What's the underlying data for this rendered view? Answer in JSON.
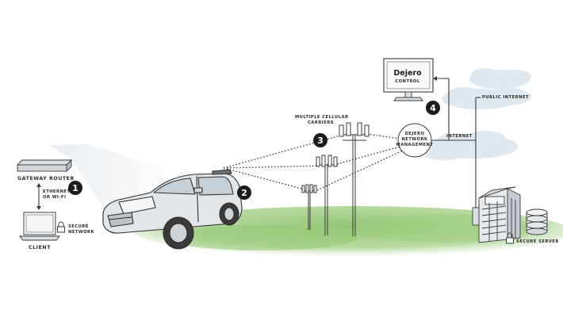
{
  "labels": {
    "gateway_router": "GATEWAY ROUTER",
    "ethernet_line1": "ETHERNET",
    "ethernet_line2": "OR WI-FI",
    "secure_network_line1": "SECURE",
    "secure_network_line2": "NETWORK",
    "client": "CLIENT",
    "multiple_carriers_line1": "MULTIPLE CELLULAR",
    "multiple_carriers_line2": "CARRIERS",
    "mgmt_line1": "DEJERO",
    "mgmt_line2": "NETWORK",
    "mgmt_line3": "MANAGEMENT",
    "internet": "INTERNET",
    "public_internet": "PUBLIC INTERNET",
    "secure_server": "SECURE SERVER",
    "monitor_brand": "Dejero",
    "monitor_sub": "CONTROL"
  },
  "steps": [
    "1",
    "2",
    "3",
    "4"
  ],
  "icons": [
    "router-icon",
    "laptop-icon",
    "lock-icon",
    "car-icon",
    "cell-tower-icon",
    "monitor-icon",
    "cloud-icon",
    "server-building-icon",
    "database-icon"
  ],
  "colors": {
    "ink": "#2b2b2b",
    "step_badge": "#1c1c1c",
    "grass": "#8cc26b",
    "cloud": "#dfe8ee",
    "beam": "#e4e8ec"
  }
}
